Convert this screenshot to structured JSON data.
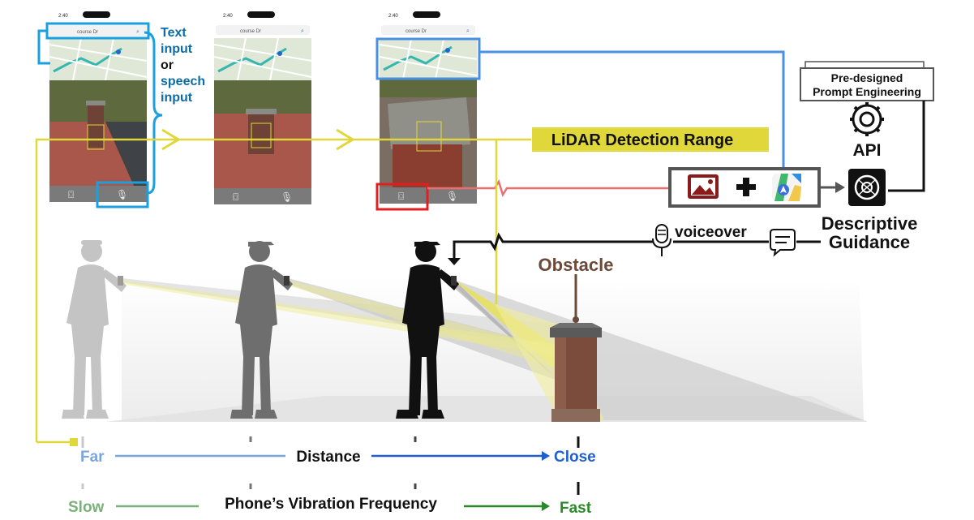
{
  "phones": [
    {
      "time": "2:40",
      "search_text": "course Dr"
    },
    {
      "time": "2:40",
      "search_text": "course Dr"
    },
    {
      "time": "2:40",
      "search_text": "course Dr"
    }
  ],
  "input_labels": {
    "text": "Text",
    "input1": "input",
    "or": "or",
    "speech": "speech",
    "input2": "input"
  },
  "lidar_label": "LiDAR Detection Range",
  "prompt_box": {
    "line1": "Pre-designed",
    "line2": "Prompt Engineering"
  },
  "api_label": "API",
  "descriptive_guidance": {
    "line1": "Descriptive",
    "line2": "Guidance"
  },
  "voiceover_label": "voiceover",
  "obstacle_label": "Obstacle",
  "distance_axis": {
    "left": "Far",
    "center": "Distance",
    "right": "Close"
  },
  "vibration_axis": {
    "left": "Slow",
    "center": "Phone’s Vibration Frequency",
    "right": "Fast"
  },
  "colors": {
    "text_input_blue": "#0c6ca6",
    "highlight_blue": "#1aa0e0",
    "map_link_blue": "#4a90e2",
    "lidar_yellow": "#e0d73a",
    "camera_red": "#e02020",
    "obstacle_brown": "#6b4a3a",
    "far_blue": "#7aa6e0",
    "close_blue": "#1f5fd0",
    "slow_green": "#7ab07a",
    "fast_green": "#2a8a2a"
  }
}
